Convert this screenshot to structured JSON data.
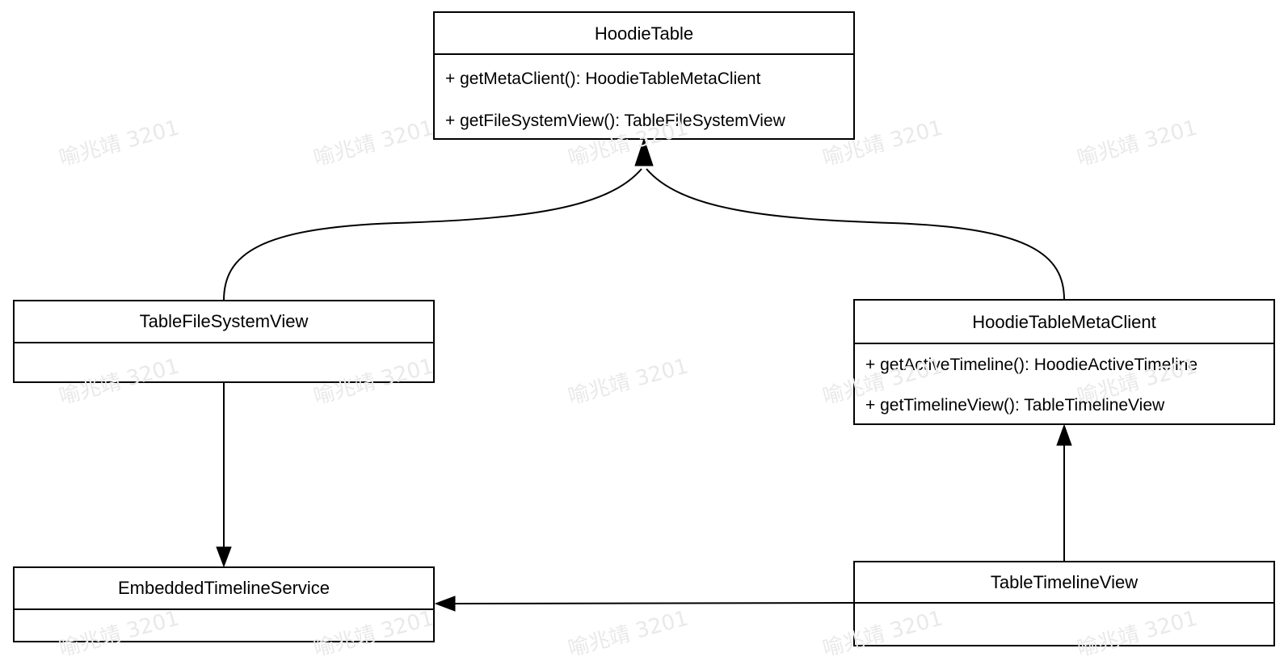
{
  "diagram": {
    "type": "uml-class-diagram",
    "classes": [
      {
        "name": "HoodieTable",
        "methods": [
          "+ getMetaClient(): HoodieTableMetaClient",
          "+ getFileSystemView(): TableFileSystemView"
        ]
      },
      {
        "name": "TableFileSystemView",
        "methods": []
      },
      {
        "name": "HoodieTableMetaClient",
        "methods": [
          "+ getActiveTimeline(): HoodieActiveTimeline",
          "+ getTimelineView(): TableTimelineView"
        ]
      },
      {
        "name": "EmbeddedTimelineService",
        "methods": []
      },
      {
        "name": "TableTimelineView",
        "methods": []
      }
    ],
    "relations": [
      {
        "from": "TableFileSystemView",
        "to": "HoodieTable",
        "style": "curved-solid-arrow"
      },
      {
        "from": "HoodieTableMetaClient",
        "to": "HoodieTable",
        "style": "curved-solid-arrow"
      },
      {
        "from": "TableFileSystemView",
        "to": "EmbeddedTimelineService",
        "style": "straight-solid-arrow"
      },
      {
        "from": "TableTimelineView",
        "to": "HoodieTableMetaClient",
        "style": "straight-solid-arrow"
      },
      {
        "from": "TableTimelineView",
        "to": "EmbeddedTimelineService",
        "style": "straight-solid-arrow"
      }
    ],
    "colors": {
      "stroke": "#000000",
      "shape_fill": "#ffffff",
      "background": "#ffffff"
    }
  },
  "watermark": {
    "text": "喻兆靖 3201",
    "color": "#e9e9e9"
  }
}
